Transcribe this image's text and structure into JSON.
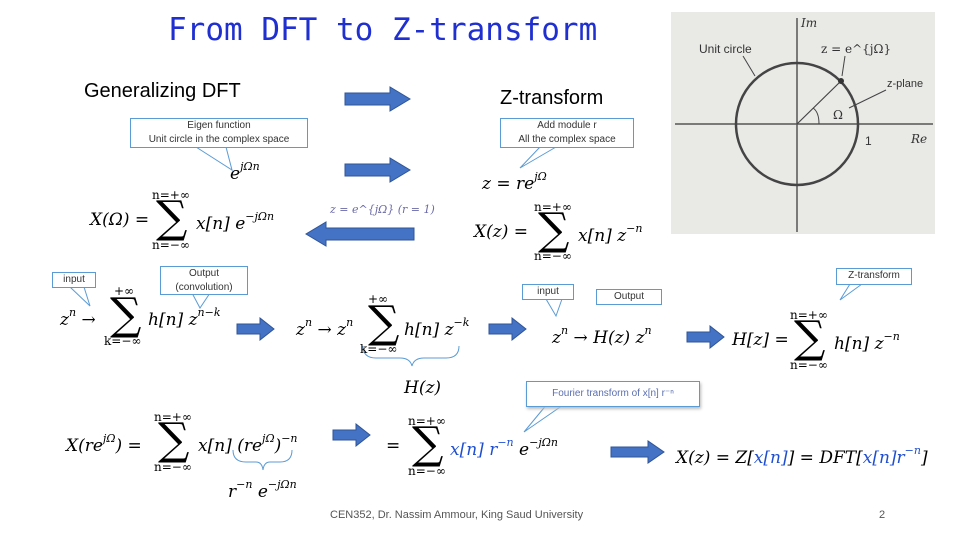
{
  "title": "From DFT to Z-transform",
  "labels": {
    "generalizing_dft": "Generalizing DFT",
    "z_transform": "Z-transform"
  },
  "callouts": {
    "eigen_line1": "Eigen function",
    "eigen_line2": "Unit circle in the complex space",
    "module_line1": "Add module r",
    "module_line2": "All the complex space",
    "input_left": "input",
    "output_left_line1": "Output",
    "output_left_line2": "(convolution)",
    "input_right": "input",
    "output_right": "Output",
    "ztransform_right": "Z-transform",
    "fourier_note": "Fourier transform of x[n] r⁻ⁿ"
  },
  "side_note": "z = e^{jΩ} (r = 1)",
  "z_plane": {
    "im": "Im",
    "re": "Re",
    "unit_circle": "Unit circle",
    "z_eq": "z = e^{jΩ}",
    "z_plane": "z-plane",
    "omega": "Ω",
    "one": "1"
  },
  "footer": {
    "credit": "CEN352, Dr. Nassim Ammour, King Saud University",
    "page": "2"
  },
  "colors": {
    "title": "#1f2fd0",
    "arrow_fill": "#4472c4",
    "arrow_stroke": "#2f5597",
    "callout_border": "#5b9bd5"
  }
}
